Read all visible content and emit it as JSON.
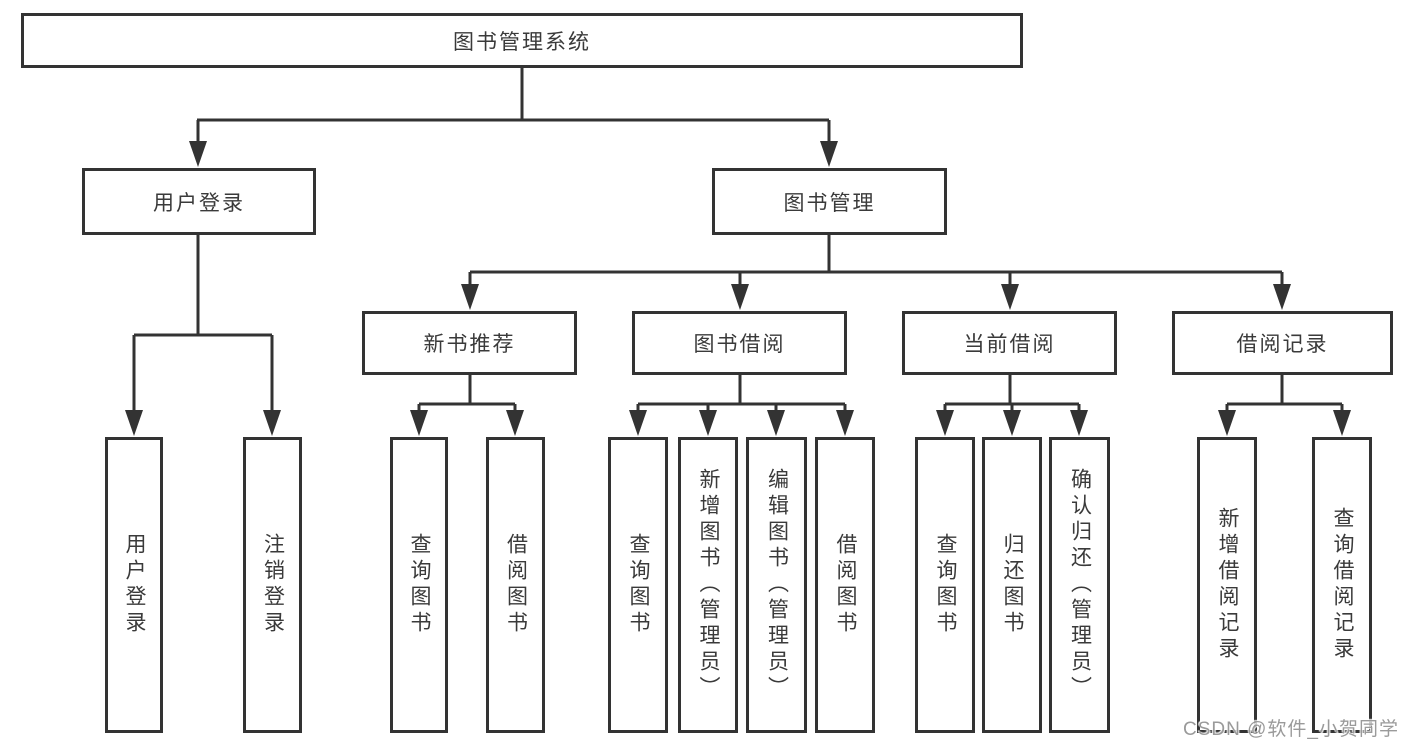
{
  "diagram": {
    "root": {
      "label": "图书管理系统"
    },
    "level2": [
      {
        "label": "用户登录"
      },
      {
        "label": "图书管理"
      }
    ],
    "level3": [
      {
        "label": "新书推荐"
      },
      {
        "label": "图书借阅"
      },
      {
        "label": "当前借阅"
      },
      {
        "label": "借阅记录"
      }
    ],
    "leaves": {
      "user_login": [
        {
          "label": "用户登录"
        },
        {
          "label": "注销登录"
        }
      ],
      "new_book": [
        {
          "label": "查询图书"
        },
        {
          "label": "借阅图书"
        }
      ],
      "book_borrow": [
        {
          "label": "查询图书"
        },
        {
          "label": "新增图书（管理员）"
        },
        {
          "label": "编辑图书（管理员）"
        },
        {
          "label": "借阅图书"
        }
      ],
      "current_borrow": [
        {
          "label": "查询图书"
        },
        {
          "label": "归还图书"
        },
        {
          "label": "确认归还（管理员）"
        }
      ],
      "borrow_records": [
        {
          "label": "新增借阅记录"
        },
        {
          "label": "查询借阅记录"
        }
      ]
    },
    "watermark": "CSDN @软件_小贺同学",
    "colors": {
      "line": "#333333",
      "text": "#3a3a3a",
      "background": "#ffffff",
      "watermark": "#9a9a9a"
    }
  }
}
